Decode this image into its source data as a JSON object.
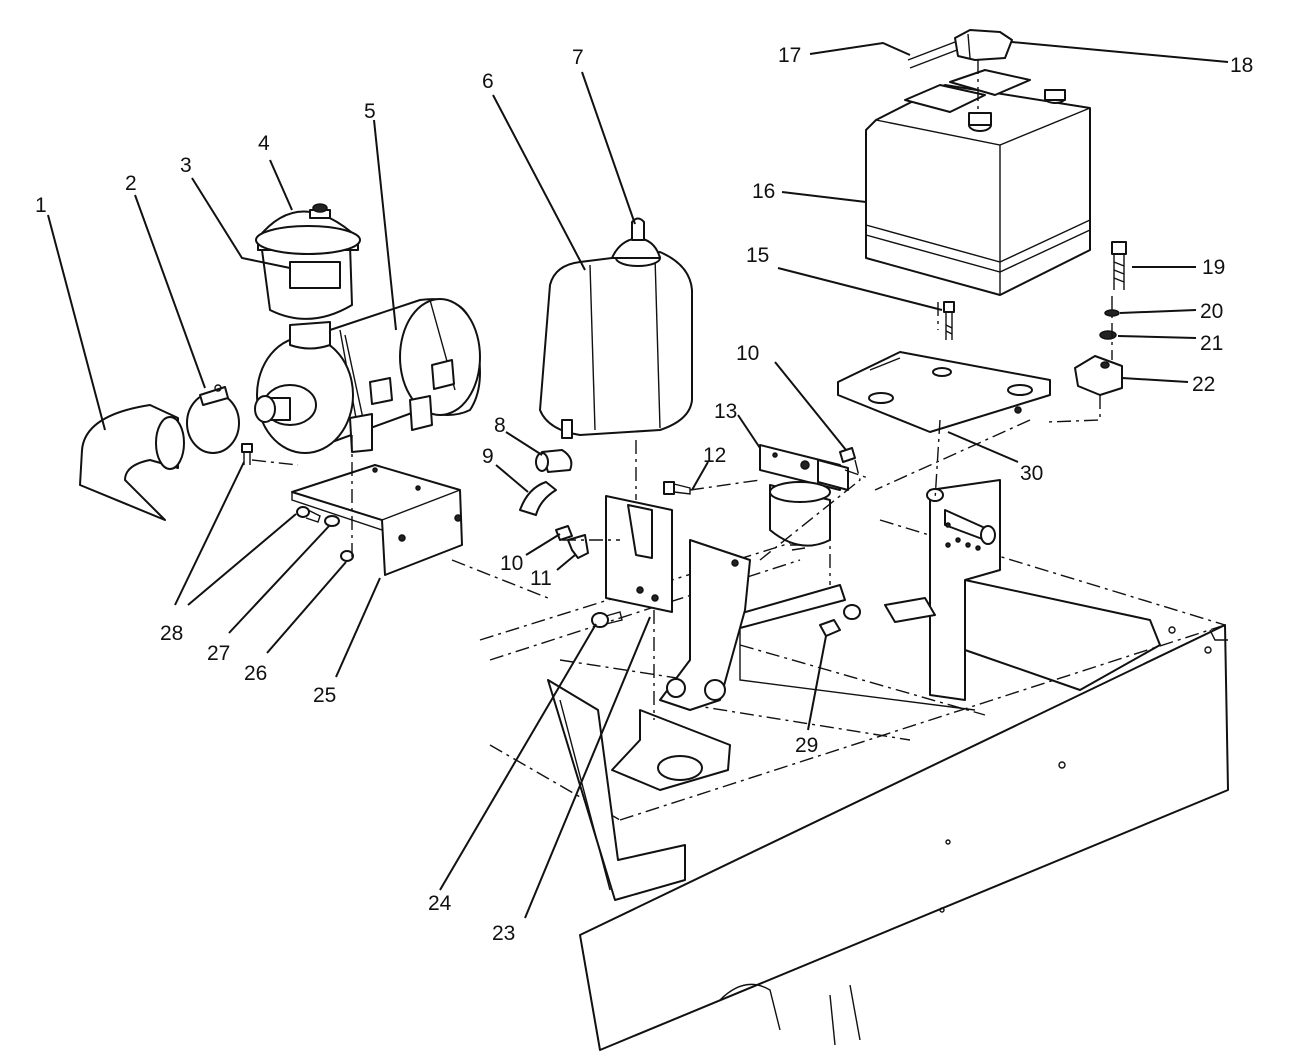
{
  "callouts": [
    {
      "id": "1",
      "label": "1"
    },
    {
      "id": "2",
      "label": "2"
    },
    {
      "id": "3",
      "label": "3"
    },
    {
      "id": "4",
      "label": "4"
    },
    {
      "id": "5",
      "label": "5"
    },
    {
      "id": "6",
      "label": "6"
    },
    {
      "id": "7",
      "label": "7"
    },
    {
      "id": "8",
      "label": "8"
    },
    {
      "id": "9",
      "label": "9"
    },
    {
      "id": "10a",
      "label": "10"
    },
    {
      "id": "10b",
      "label": "10"
    },
    {
      "id": "11",
      "label": "11"
    },
    {
      "id": "12",
      "label": "12"
    },
    {
      "id": "13",
      "label": "13"
    },
    {
      "id": "15",
      "label": "15"
    },
    {
      "id": "16",
      "label": "16"
    },
    {
      "id": "17",
      "label": "17"
    },
    {
      "id": "18",
      "label": "18"
    },
    {
      "id": "19",
      "label": "19"
    },
    {
      "id": "20",
      "label": "20"
    },
    {
      "id": "21",
      "label": "21"
    },
    {
      "id": "22",
      "label": "22"
    },
    {
      "id": "23",
      "label": "23"
    },
    {
      "id": "24",
      "label": "24"
    },
    {
      "id": "25",
      "label": "25"
    },
    {
      "id": "26",
      "label": "26"
    },
    {
      "id": "27",
      "label": "27"
    },
    {
      "id": "28",
      "label": "28"
    },
    {
      "id": "29",
      "label": "29"
    },
    {
      "id": "30",
      "label": "30"
    }
  ]
}
